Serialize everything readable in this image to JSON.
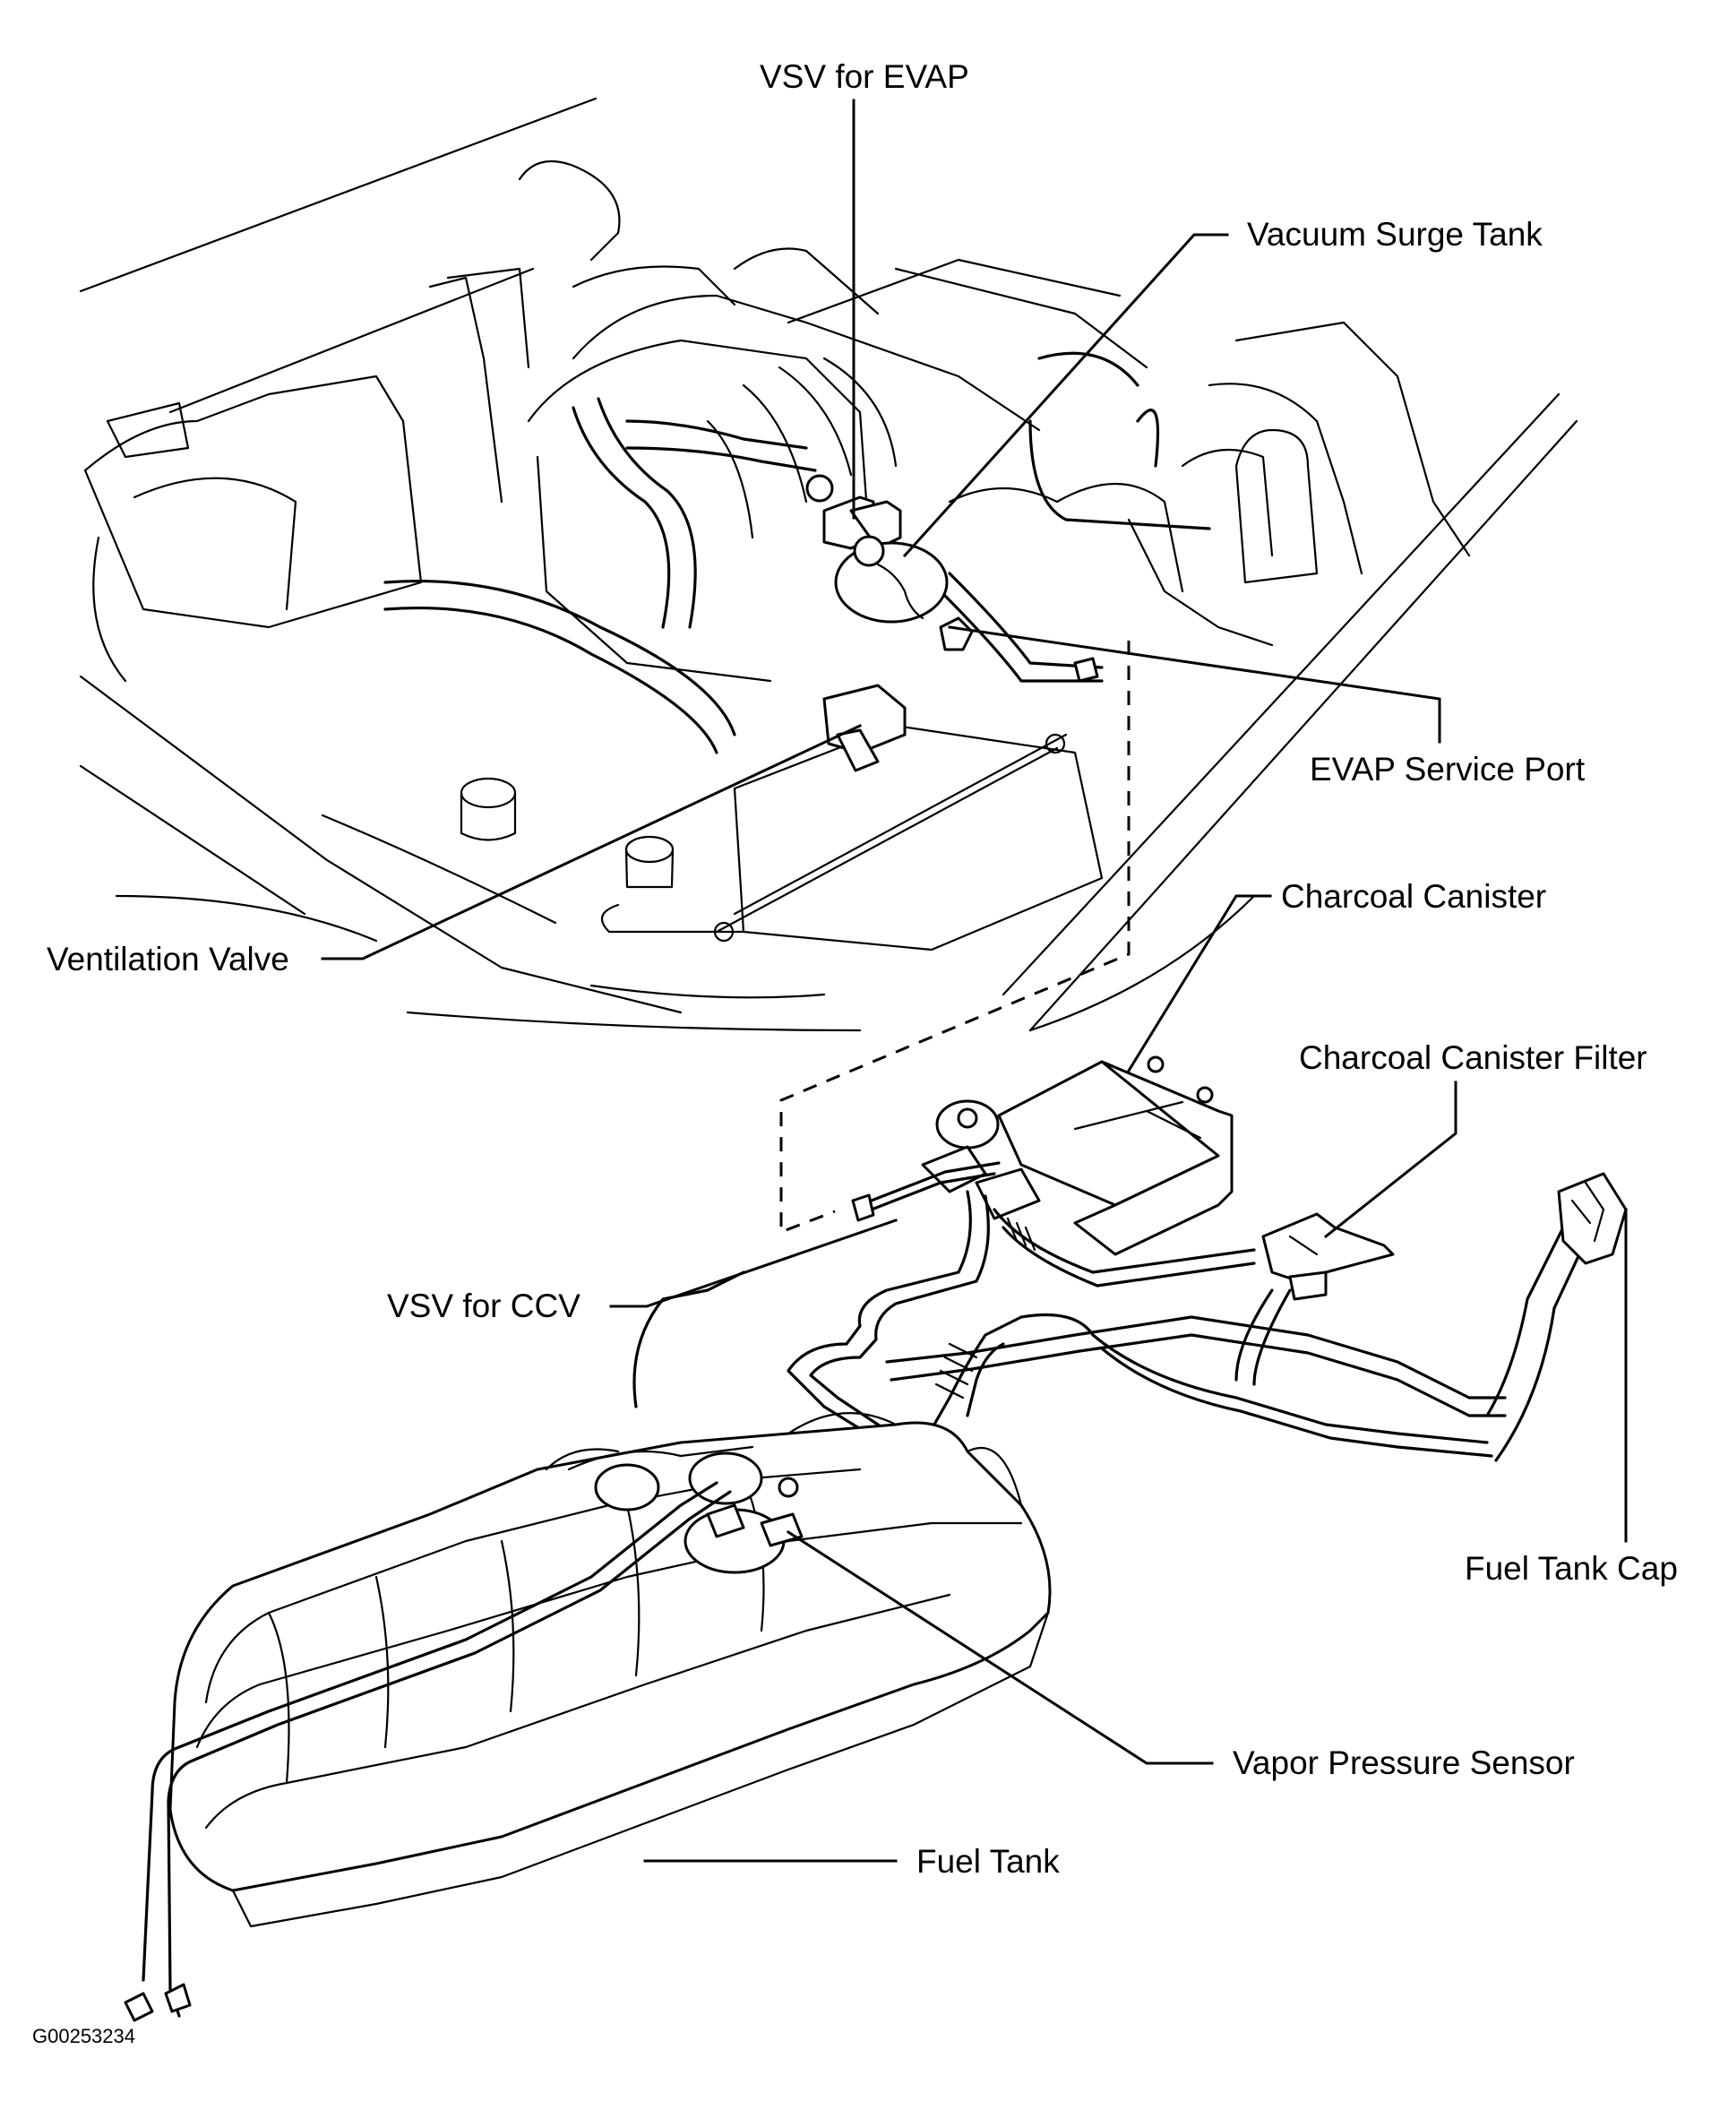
{
  "diagram": {
    "type": "automotive component location illustration",
    "subject": "EVAP system",
    "figure_code": "G00253234",
    "labels": {
      "vsv_evap": "VSV for EVAP",
      "vacuum_surge_tank": "Vacuum Surge Tank",
      "evap_service_port": "EVAP Service Port",
      "charcoal_canister": "Charcoal Canister",
      "charcoal_canister_filter": "Charcoal Canister Filter",
      "ventilation_valve": "Ventilation Valve",
      "vsv_ccv": "VSV for CCV",
      "fuel_tank_cap": "Fuel Tank Cap",
      "vapor_pressure_sensor": "Vapor Pressure Sensor",
      "fuel_tank": "Fuel Tank"
    },
    "colors": {
      "ink": "#000000",
      "background": "#ffffff"
    }
  }
}
